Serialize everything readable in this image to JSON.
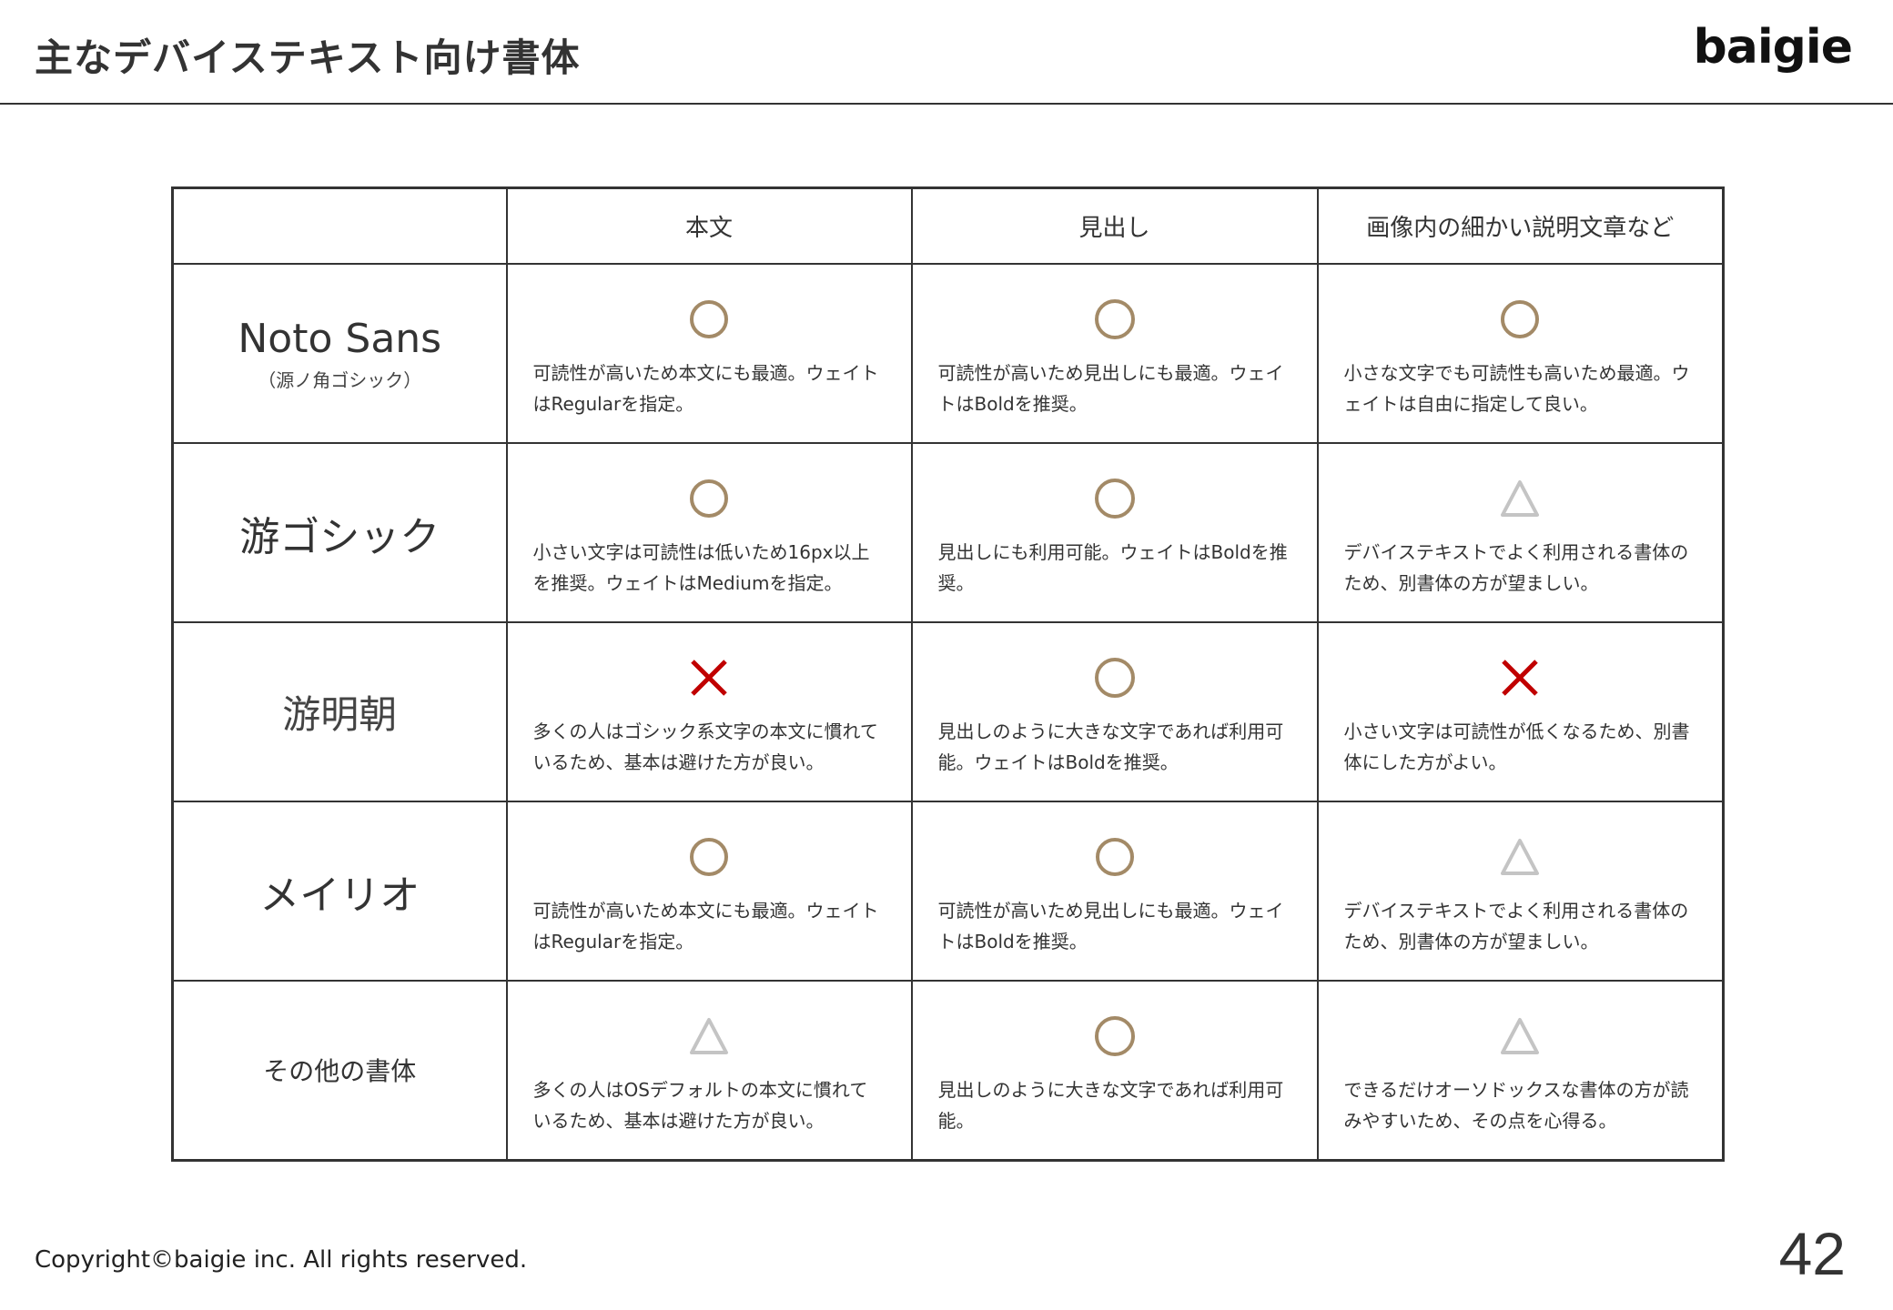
{
  "header": {
    "title": "主なデバイステキスト向け書体",
    "logo": "baigie"
  },
  "colors": {
    "good": "#a38a67",
    "fair": "#c4c4c4",
    "bad": "#c00000"
  },
  "table": {
    "columns": [
      "",
      "本文",
      "見出し",
      "画像内の細かい説明文章など"
    ],
    "rows": [
      {
        "font": "Noto Sans",
        "font_sub": "（源ノ角ゴシック）",
        "cells": [
          {
            "mark": "circle",
            "text": "可読性が高いため本文にも最適。ウェイトはRegularを指定。"
          },
          {
            "mark": "circle",
            "text": "可読性が高いため見出しにも最適。ウェイトはBoldを推奨。"
          },
          {
            "mark": "circle",
            "text": "小さな文字でも可読性も高いため最適。ウェイトは自由に指定して良い。"
          }
        ]
      },
      {
        "font": "游ゴシック",
        "cells": [
          {
            "mark": "circle",
            "text": "小さい文字は可読性は低いため16px以上を推奨。ウェイトはMediumを指定。"
          },
          {
            "mark": "circle",
            "text": "見出しにも利用可能。ウェイトはBoldを推奨。"
          },
          {
            "mark": "triangle",
            "text": "デバイステキストでよく利用される書体のため、別書体の方が望ましい。"
          }
        ]
      },
      {
        "font": "游明朝",
        "cells": [
          {
            "mark": "cross",
            "text": "多くの人はゴシック系文字の本文に慣れているため、基本は避けた方が良い。"
          },
          {
            "mark": "circle",
            "text": "見出しのように大きな文字であれば利用可能。ウェイトはBoldを推奨。"
          },
          {
            "mark": "cross",
            "text": "小さい文字は可読性が低くなるため、別書体にした方がよい。"
          }
        ]
      },
      {
        "font": "メイリオ",
        "cells": [
          {
            "mark": "circle",
            "text": "可読性が高いため本文にも最適。ウェイトはRegularを指定。"
          },
          {
            "mark": "circle",
            "text": "可読性が高いため見出しにも最適。ウェイトはBoldを推奨。"
          },
          {
            "mark": "triangle",
            "text": "デバイステキストでよく利用される書体のため、別書体の方が望ましい。"
          }
        ]
      },
      {
        "font": "その他の書体",
        "cells": [
          {
            "mark": "triangle",
            "text": "多くの人はOSデフォルトの本文に慣れているため、基本は避けた方が良い。"
          },
          {
            "mark": "circle",
            "text": "見出しのように大きな文字であれば利用可能。"
          },
          {
            "mark": "triangle",
            "text": "できるだけオーソドックスな書体の方が読みやすいため、その点を心得る。"
          }
        ]
      }
    ]
  },
  "footer": {
    "copyright": "Copyright©baigie inc. All rights reserved.",
    "page_number": "42"
  }
}
